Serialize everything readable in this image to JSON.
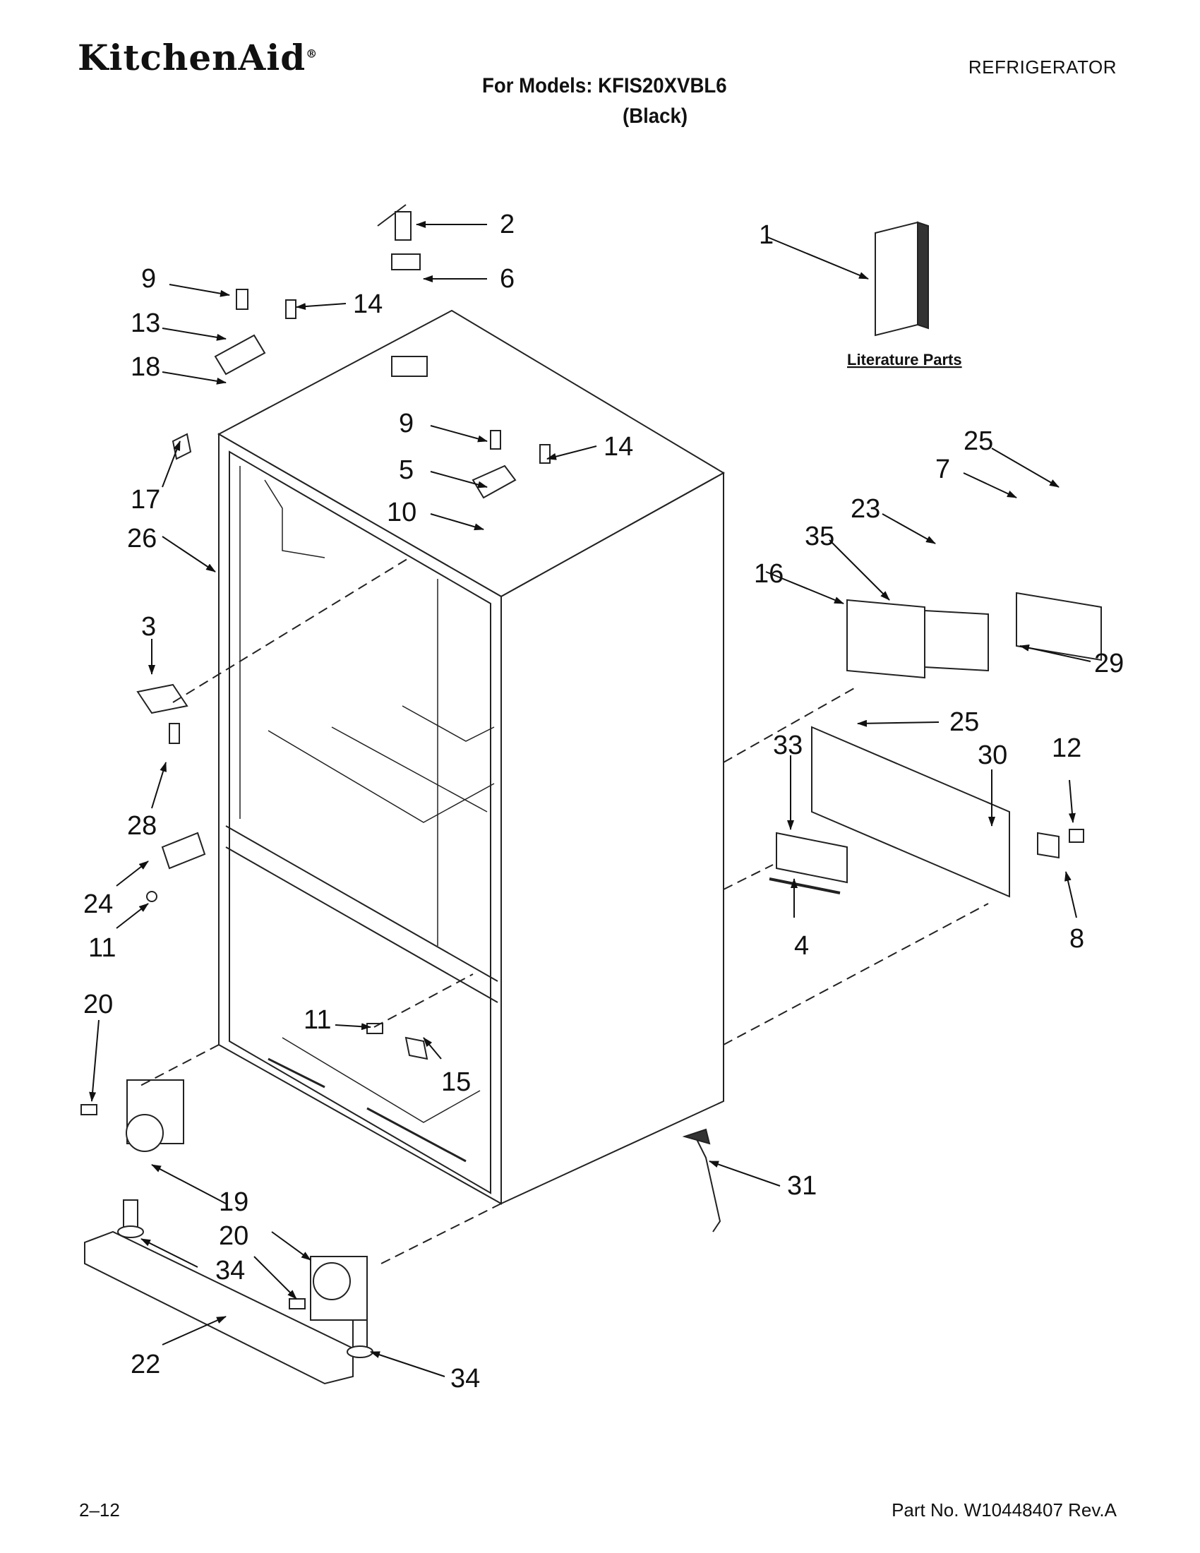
{
  "header": {
    "brand": "KitchenAid",
    "brand_mark": "®",
    "category": "REFRIGERATOR",
    "models": "For Models: KFIS20XVBL6",
    "variant": "(Black)"
  },
  "footer": {
    "page_number": "2–12",
    "part_number": "Part No. W10448407 Rev.A"
  },
  "literature_label": "Literature Parts",
  "callouts": [
    "2",
    "6",
    "9",
    "14",
    "13",
    "18",
    "1",
    "9",
    "14",
    "5",
    "10",
    "17",
    "26",
    "25",
    "7",
    "23",
    "35",
    "16",
    "29",
    "3",
    "25",
    "33",
    "30",
    "12",
    "28",
    "24",
    "11",
    "4",
    "8",
    "20",
    "11",
    "15",
    "31",
    "19",
    "20",
    "34",
    "22",
    "34"
  ]
}
